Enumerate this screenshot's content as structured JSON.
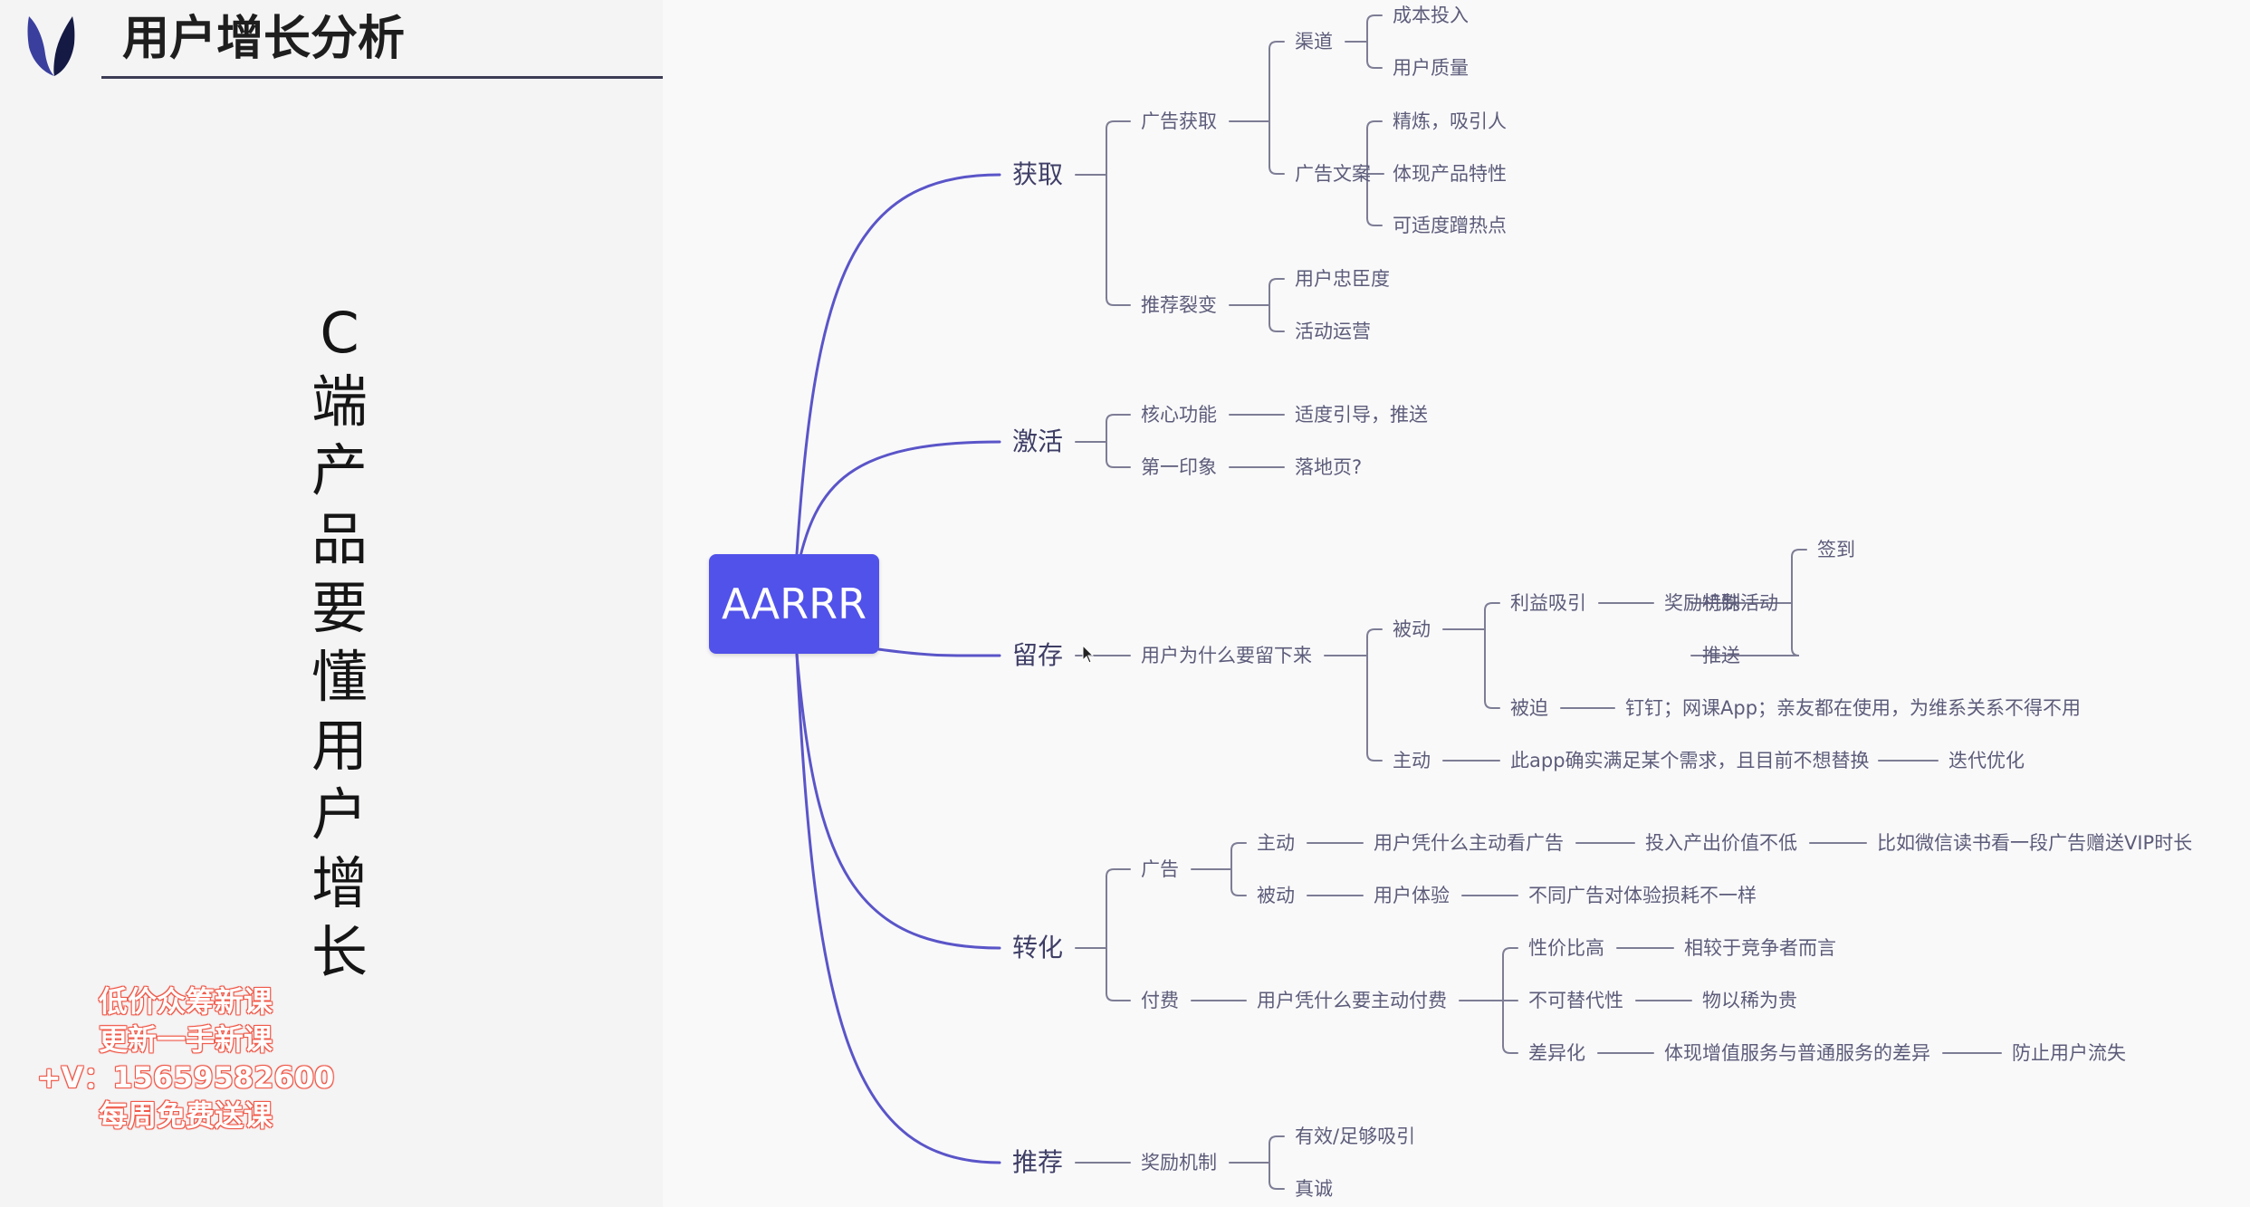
{
  "header": {
    "title": "用户增长分析",
    "logo_icon": "shield-leaf-logo"
  },
  "side": {
    "vertical_title": "C端产品要懂用户增长"
  },
  "watermark": {
    "lines": [
      "低价众筹新课",
      "更新一手新课",
      "+V：15659582600",
      "每周免费送课"
    ]
  },
  "colors": {
    "root_fill": "#5152ea",
    "branch_line": "#5a55c8",
    "connector": "#7d7d95",
    "text": "#5c5c7a"
  },
  "mindmap": {
    "root": "AARRR",
    "branches": [
      {
        "label": "获取",
        "children": [
          {
            "label": "广告获取",
            "children": [
              {
                "label": "渠道",
                "children": [
                  {
                    "label": "成本投入"
                  },
                  {
                    "label": "用户质量"
                  }
                ]
              },
              {
                "label": "广告文案",
                "children": [
                  {
                    "label": "精炼，吸引人"
                  },
                  {
                    "label": "体现产品特性"
                  },
                  {
                    "label": "可适度蹭热点"
                  }
                ]
              }
            ]
          },
          {
            "label": "推荐裂变",
            "children": [
              {
                "label": "用户忠臣度"
              },
              {
                "label": "活动运营"
              }
            ]
          }
        ]
      },
      {
        "label": "激活",
        "children": [
          {
            "label": "核心功能",
            "children": [
              {
                "label": "适度引导，推送"
              }
            ]
          },
          {
            "label": "第一印象",
            "children": [
              {
                "label": "落地页?"
              }
            ]
          }
        ]
      },
      {
        "label": "留存",
        "children": [
          {
            "label": "用户为什么要留下来",
            "children": [
              {
                "label": "被动",
                "children": [
                  {
                    "label": "利益吸引",
                    "children": [
                      {
                        "label": "奖励机制",
                        "children": [
                          {
                            "label": "签到"
                          },
                          {
                            "label": "特殊活动"
                          },
                          {
                            "label": "推送"
                          }
                        ]
                      }
                    ]
                  },
                  {
                    "label": "被迫",
                    "children": [
                      {
                        "label": "钉钉；网课App；亲友都在使用，为维系关系不得不用"
                      }
                    ]
                  }
                ]
              },
              {
                "label": "主动",
                "children": [
                  {
                    "label": "此app确实满足某个需求，且目前不想替换",
                    "children": [
                      {
                        "label": "迭代优化"
                      }
                    ]
                  }
                ]
              }
            ]
          }
        ]
      },
      {
        "label": "转化",
        "children": [
          {
            "label": "广告",
            "children": [
              {
                "label": "主动",
                "children": [
                  {
                    "label": "用户凭什么主动看广告",
                    "children": [
                      {
                        "label": "投入产出价值不低",
                        "children": [
                          {
                            "label": "比如微信读书看一段广告赠送VIP时长"
                          }
                        ]
                      }
                    ]
                  }
                ]
              },
              {
                "label": "被动",
                "children": [
                  {
                    "label": "用户体验",
                    "children": [
                      {
                        "label": "不同广告对体验损耗不一样"
                      }
                    ]
                  }
                ]
              }
            ]
          },
          {
            "label": "付费",
            "children": [
              {
                "label": "用户凭什么要主动付费",
                "children": [
                  {
                    "label": "性价比高",
                    "children": [
                      {
                        "label": "相较于竞争者而言"
                      }
                    ]
                  },
                  {
                    "label": "不可替代性",
                    "children": [
                      {
                        "label": "物以稀为贵"
                      }
                    ]
                  },
                  {
                    "label": "差异化",
                    "children": [
                      {
                        "label": "体现增值服务与普通服务的差异",
                        "children": [
                          {
                            "label": "防止用户流失"
                          }
                        ]
                      }
                    ]
                  }
                ]
              }
            ]
          }
        ]
      },
      {
        "label": "推荐",
        "children": [
          {
            "label": "奖励机制",
            "children": [
              {
                "label": "有效/足够吸引"
              },
              {
                "label": "真诚"
              }
            ]
          }
        ]
      }
    ]
  }
}
